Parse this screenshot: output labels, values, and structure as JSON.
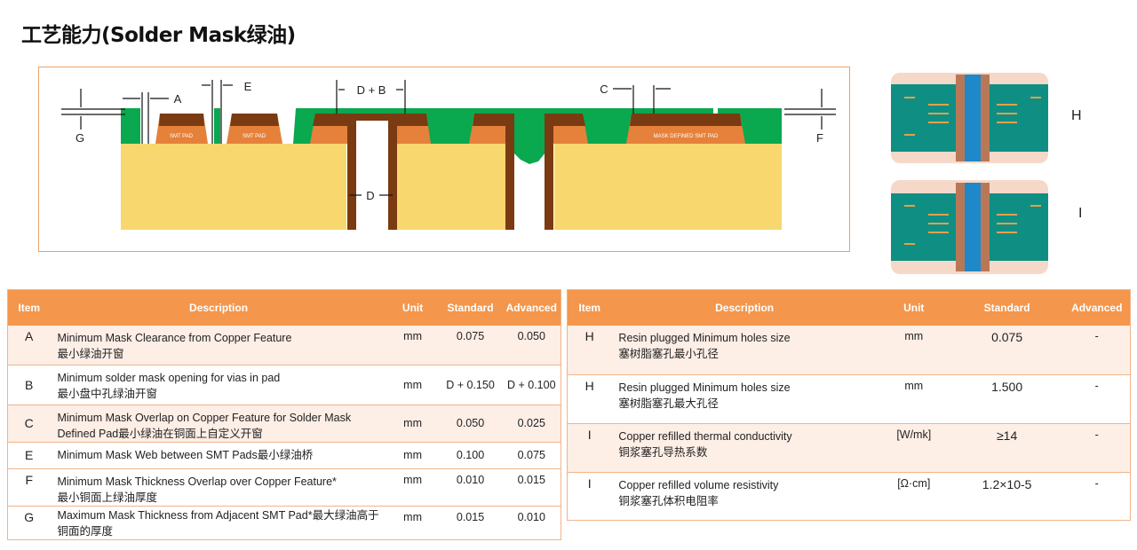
{
  "title": "工艺能力(Solder Mask绿油)",
  "diagram": {
    "labels": {
      "A": "A",
      "E": "E",
      "DB": "D + B",
      "C": "C",
      "D": "D",
      "F": "F",
      "G": "G"
    },
    "pad_labels": [
      "SMT PAD",
      "SMT PAD",
      "MASK DEFINED SMT PAD"
    ],
    "side_labels": [
      "H",
      "I"
    ]
  },
  "colors": {
    "header": "#f4964b",
    "row_alt": "#fdeee6",
    "mask": "#0aa84f",
    "copper": "#e5813a",
    "copper_dark": "#7a3a12",
    "substrate": "#f8d86e"
  },
  "left_table": {
    "headers": [
      "Item",
      "Description",
      "Unit",
      "Standard",
      "Advanced"
    ],
    "rows": [
      {
        "item": "A",
        "desc_en": "Minimum Mask Clearance from Copper Feature",
        "desc_cn": "最小绿油开窗",
        "unit": "mm",
        "standard": "0.075",
        "advanced": "0.050"
      },
      {
        "item": "B",
        "desc_en": "Minimum solder mask opening for vias in pad",
        "desc_cn": "最小盘中孔绿油开窗",
        "unit": "mm",
        "standard": "D + 0.150",
        "advanced": "D + 0.100"
      },
      {
        "item": "C",
        "desc_en": "Minimum Mask Overlap on Copper Feature for Solder Mask Defined Pad",
        "desc_cn": "最小绿油在铜面上自定义开窗",
        "unit": "mm",
        "standard": "0.050",
        "advanced": "0.025"
      },
      {
        "item": "E",
        "desc_en": "Minimum Mask Web between SMT Pads",
        "desc_cn": "最小绿油桥",
        "unit": "mm",
        "standard": "0.100",
        "advanced": "0.075"
      },
      {
        "item": "F",
        "desc_en": "Minimum Mask Thickness Overlap over Copper Feature*",
        "desc_cn": "最小铜面上绿油厚度",
        "unit": "mm",
        "standard": "0.010",
        "advanced": "0.015"
      },
      {
        "item": "G",
        "desc_en": "Maximum Mask Thickness from Adjacent SMT Pad*",
        "desc_cn": "最大绿油高于铜面的厚度",
        "unit": "mm",
        "standard": "0.015",
        "advanced": "0.010"
      }
    ]
  },
  "right_table": {
    "headers": [
      "Item",
      "Description",
      "Unit",
      "Standard",
      "Advanced"
    ],
    "rows": [
      {
        "item": "H",
        "desc_en": "Resin plugged Minimum holes size",
        "desc_cn": "塞树脂塞孔最小孔径",
        "unit": "mm",
        "standard": "0.075",
        "advanced": "-"
      },
      {
        "item": "H",
        "desc_en": "Resin plugged Minimum holes size",
        "desc_cn": "塞树脂塞孔最大孔径",
        "unit": "mm",
        "standard": "1.500",
        "advanced": "-"
      },
      {
        "item": "I",
        "desc_en": "Copper refilled thermal conductivity",
        "desc_cn": "铜浆塞孔导热系数",
        "unit": "[W/mk]",
        "standard": "≥14",
        "advanced": "-"
      },
      {
        "item": "I",
        "desc_en": "Copper refilled volume resistivity",
        "desc_cn": "铜浆塞孔体积电阻率",
        "unit": "[Ω·cm]",
        "standard": "1.2×10-5",
        "advanced": "-"
      }
    ]
  }
}
